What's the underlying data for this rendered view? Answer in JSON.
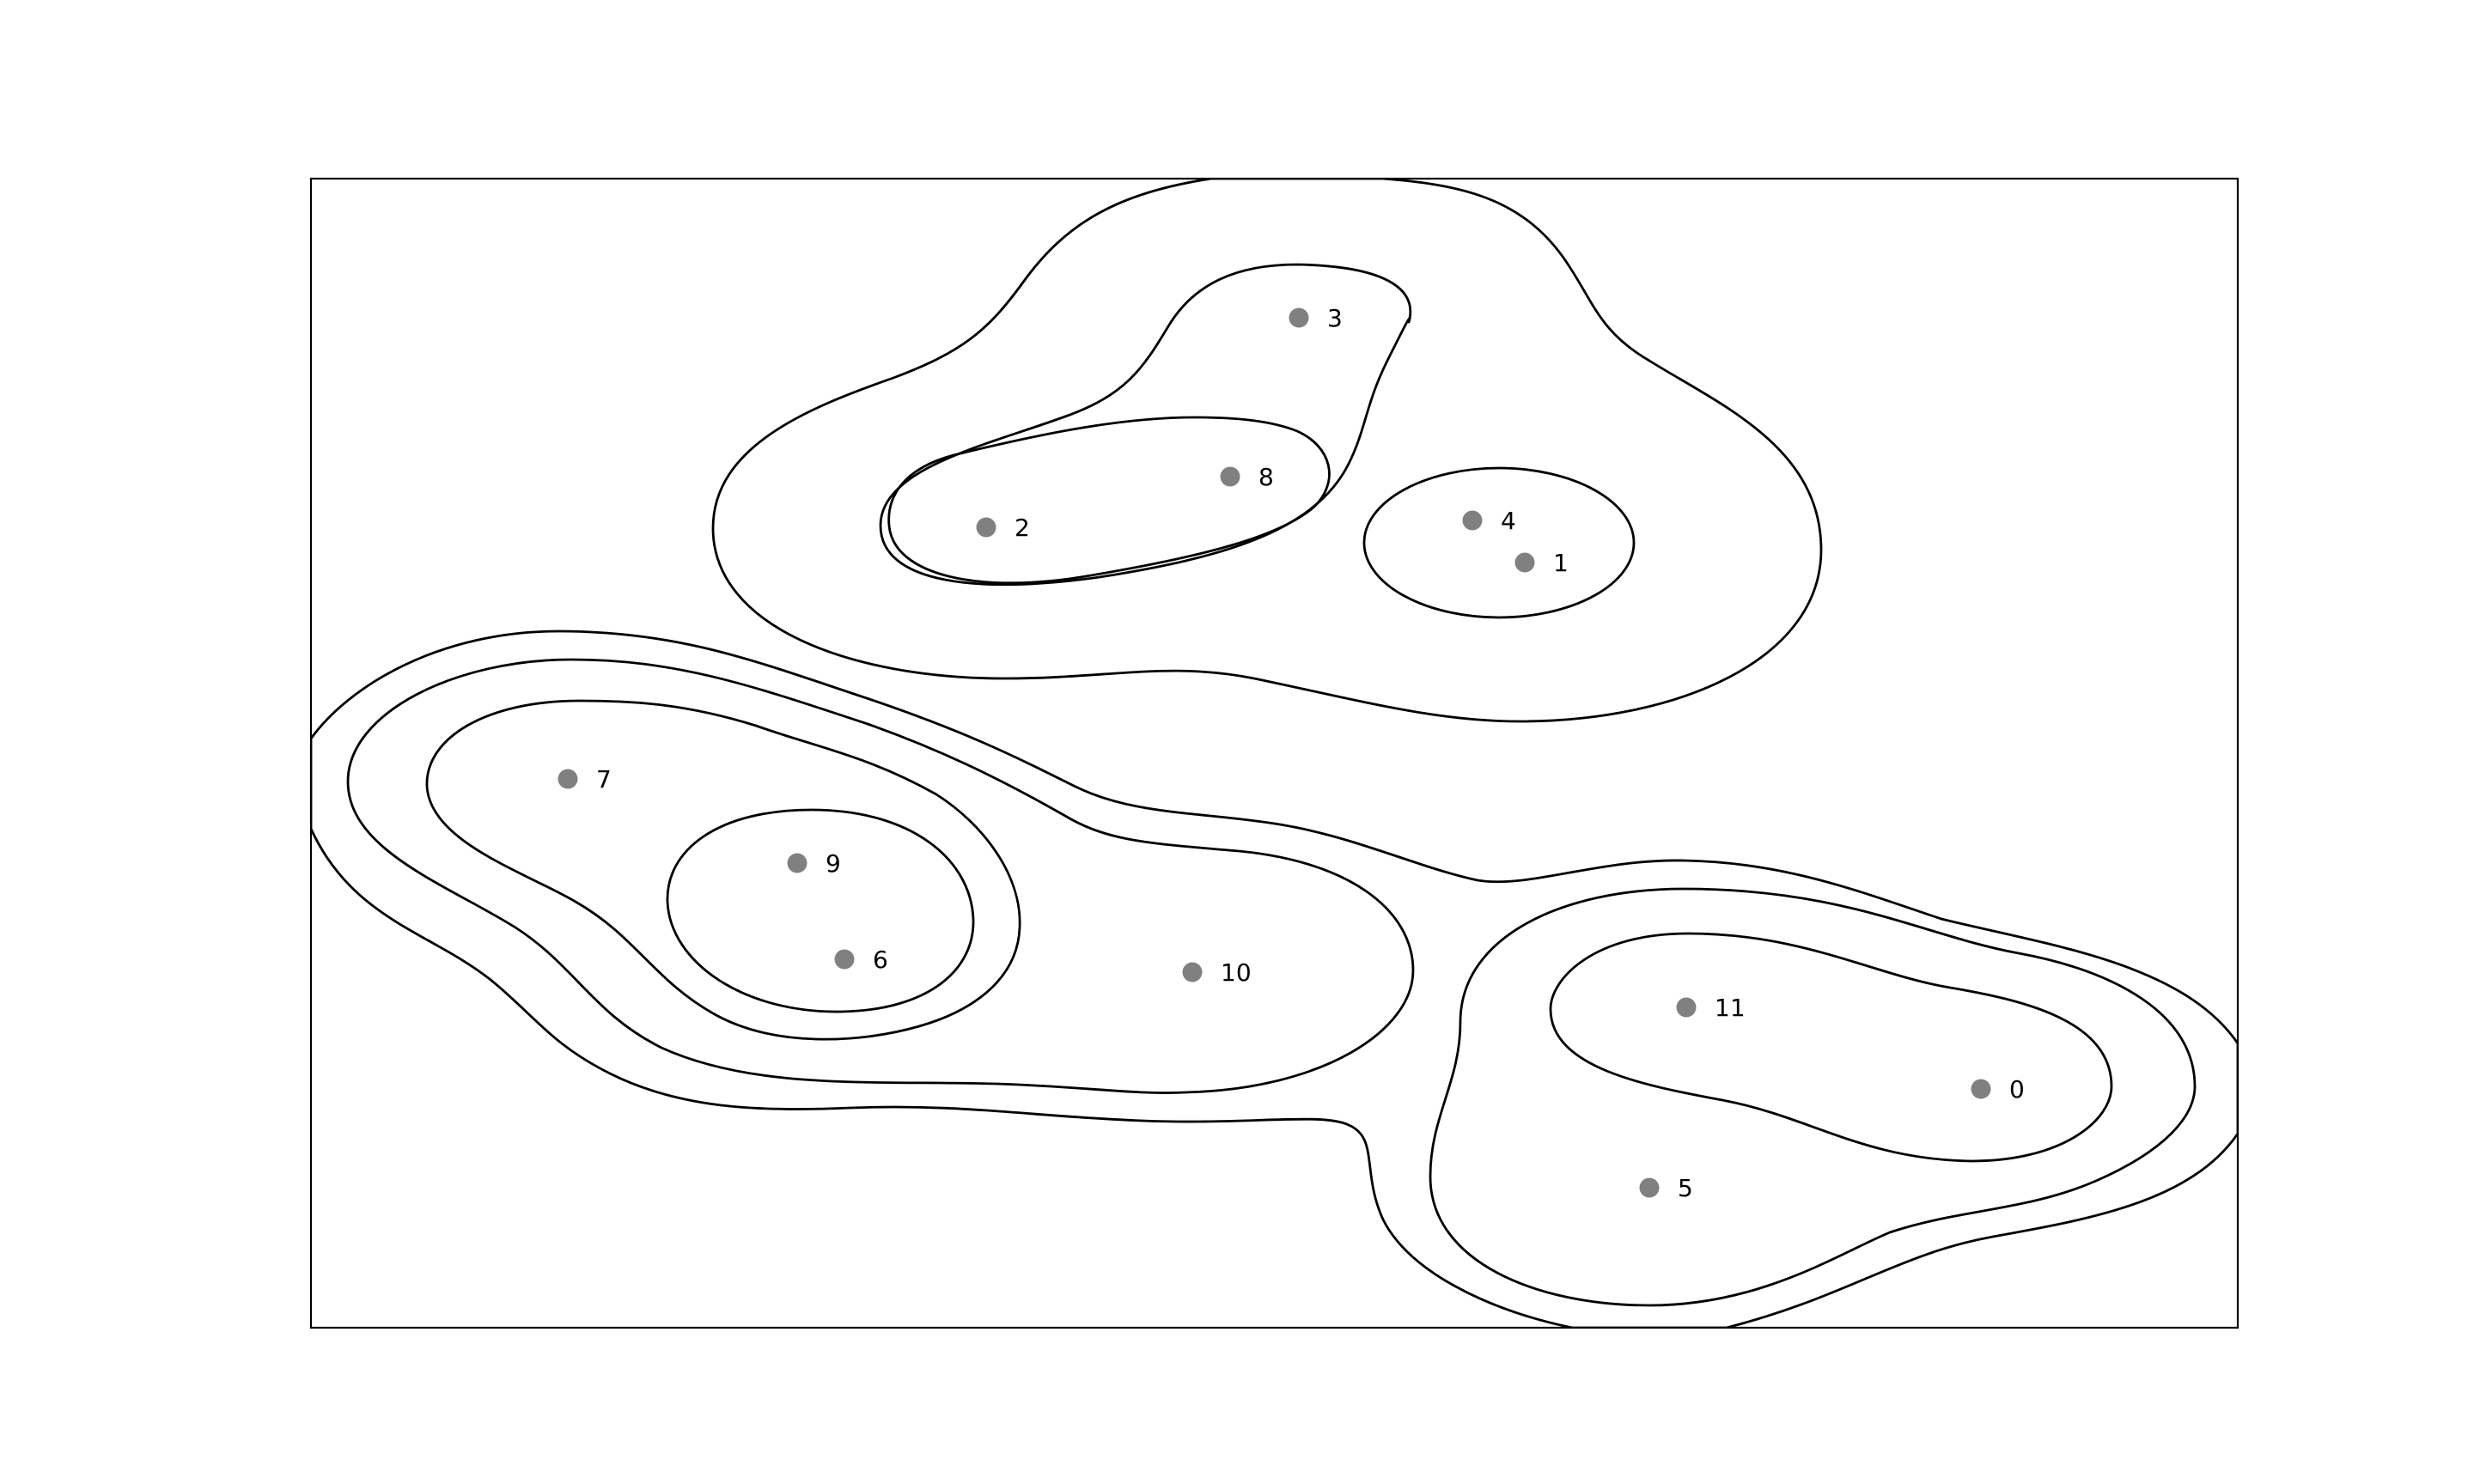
{
  "colors": {
    "background": "#ffffff",
    "frame": "#000000",
    "contour": "#000000",
    "point": "#808080",
    "label": "#000000"
  },
  "points": [
    {
      "id": "0",
      "label": "0"
    },
    {
      "id": "1",
      "label": "1"
    },
    {
      "id": "2",
      "label": "2"
    },
    {
      "id": "3",
      "label": "3"
    },
    {
      "id": "4",
      "label": "4"
    },
    {
      "id": "5",
      "label": "5"
    },
    {
      "id": "6",
      "label": "6"
    },
    {
      "id": "7",
      "label": "7"
    },
    {
      "id": "8",
      "label": "8"
    },
    {
      "id": "9",
      "label": "9"
    },
    {
      "id": "10",
      "label": "10"
    },
    {
      "id": "11",
      "label": "11"
    }
  ]
}
